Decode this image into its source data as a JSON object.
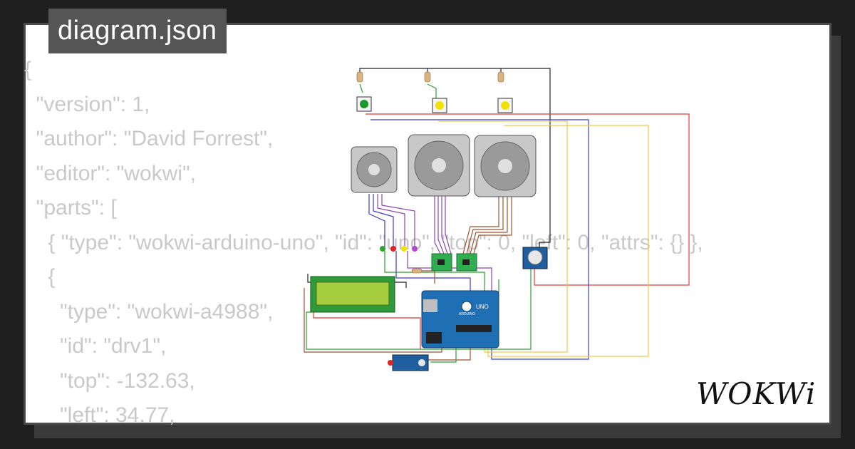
{
  "file_tab": {
    "title": "diagram.json"
  },
  "code_lines": [
    "{",
    "  \"version\": 1,",
    "  \"author\": \"David Forrest\",",
    "  \"editor\": \"wokwi\",",
    "  \"parts\": [",
    "    { \"type\": \"wokwi-arduino-uno\", \"id\": \"uno\", \"top\": 0, \"left\": 0, \"attrs\": {} },",
    "    {",
    "      \"type\": \"wokwi-a4988\",",
    "      \"id\": \"drv1\",",
    "      \"top\": -132.63,",
    "      \"left\": 34.77,"
  ],
  "diagram": {
    "board_label": "UNO",
    "board_brand": "ARDUINO",
    "colors": {
      "wire_red": "#e53935",
      "wire_yellow": "#f2c744",
      "wire_blue": "#3b3bd6",
      "wire_green": "#2e9e2e",
      "wire_brown": "#a0522d",
      "wire_black": "#222222",
      "wire_purple": "#8e44ad",
      "board_blue": "#1f6fb5",
      "lcd_green": "#7fb53b",
      "driver_green": "#2fae4f"
    }
  },
  "logo": {
    "text": "WOKWi"
  }
}
